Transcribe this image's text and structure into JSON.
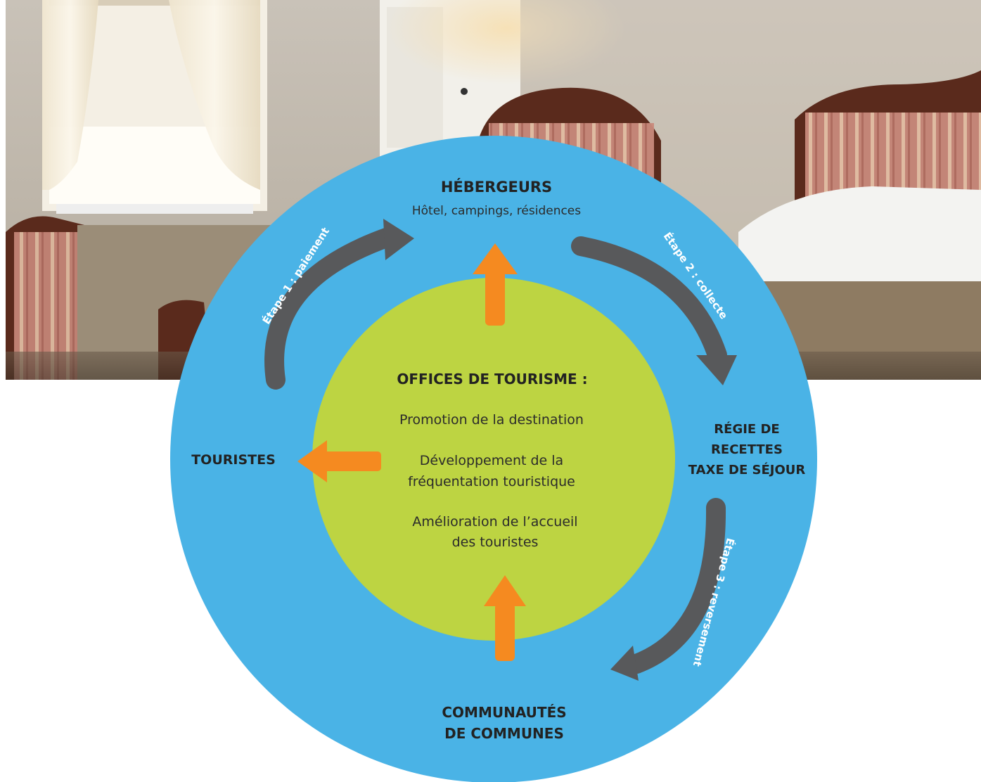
{
  "center": {
    "title": "OFFICES DE TOURISME :",
    "items": [
      "Promotion de la destination",
      "Développement de la",
      "fréquentation touristique",
      "Amélioration de l’accueil",
      "des touristes"
    ]
  },
  "nodes": {
    "top": {
      "title": "HÉBERGEURS",
      "subtitle": "Hôtel, campings, résidences"
    },
    "left": {
      "title": "TOURISTES"
    },
    "right": {
      "lines": [
        "RÉGIE DE",
        "RECETTES",
        "TAXE DE SÉJOUR"
      ]
    },
    "bottom": {
      "lines": [
        "COMMUNAUTÉS",
        "DE COMMUNES"
      ]
    }
  },
  "steps": [
    "Étape 1 : paiement",
    "Étape 2 : collecte",
    "Étape 3 : reversement"
  ],
  "colors": {
    "outer_circle": "#4AB3E6",
    "inner_circle": "#BDD442",
    "orange_arrow": "#F58A20",
    "grey_arrow": "#58595B",
    "title_text": "#222222"
  }
}
